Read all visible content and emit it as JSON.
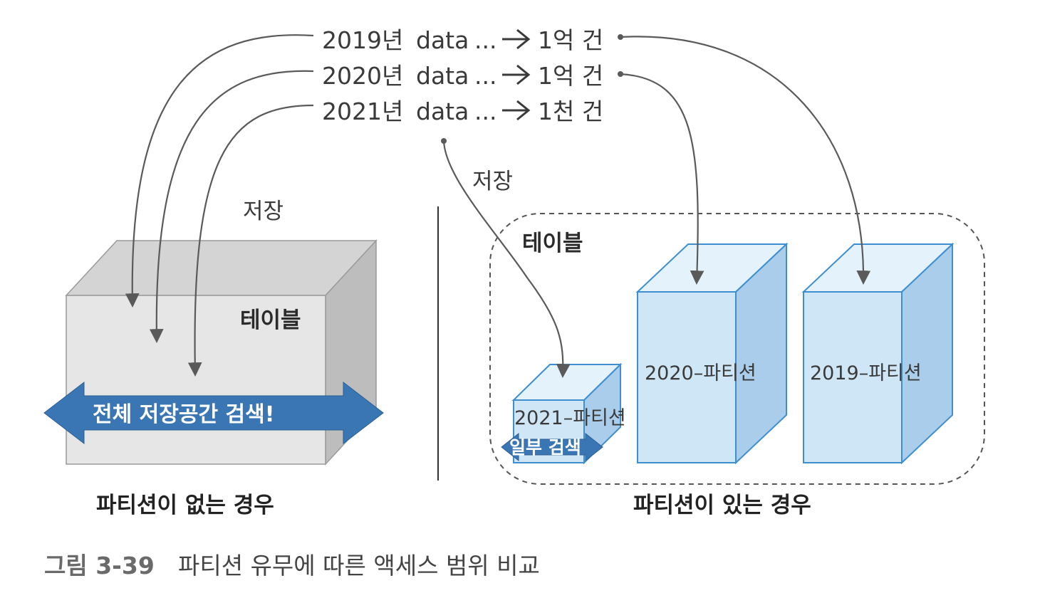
{
  "data_lines": [
    {
      "year": "2019년",
      "data_word": "data",
      "dots": "...",
      "count": "1억 건"
    },
    {
      "year": "2020년",
      "data_word": "data",
      "dots": "...",
      "count": "1억 건"
    },
    {
      "year": "2021년",
      "data_word": "data",
      "dots": "...",
      "count": "1천 건"
    }
  ],
  "left": {
    "store_label": "저장",
    "table_label": "테이블",
    "scan_label": "전체 저장공간 검색!",
    "case_label": "파티션이 없는 경우"
  },
  "right": {
    "store_label": "저장",
    "table_label": "테이블",
    "partitions": [
      {
        "label": "2021–파티션"
      },
      {
        "label": "2020–파티션"
      },
      {
        "label": "2019–파티션"
      }
    ],
    "scan_label": "일부 검색",
    "case_label": "파티션이 있는 경우"
  },
  "caption": {
    "number": "그림 3-39",
    "text": "파티션 유무에 따른 액세스 범위 비교"
  },
  "colors": {
    "gray_box_front": "#e6e6e6",
    "gray_box_top": "#d4d4d4",
    "gray_box_side": "#bdbdbd",
    "blue_box_front": "#cfe6f7",
    "blue_box_top": "#e4f2fc",
    "blue_box_side": "#a9cdea",
    "blue_border": "#3f8fd0",
    "scan_arrow": "#3a76b3",
    "flow_line": "#5a5a5a"
  }
}
